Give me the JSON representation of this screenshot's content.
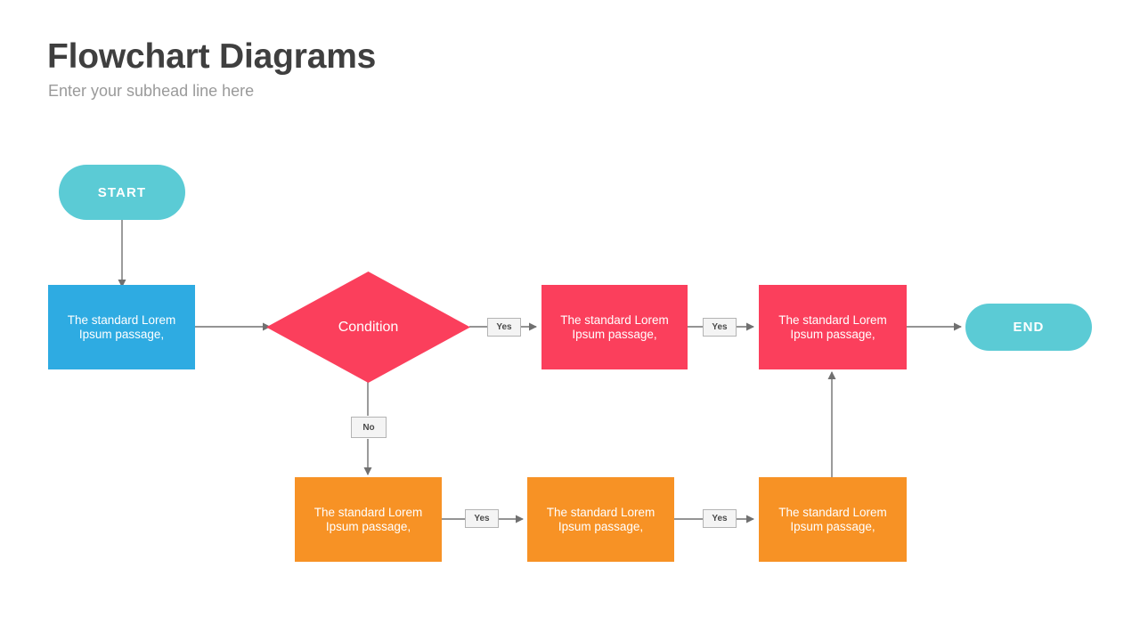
{
  "header": {
    "title": "Flowchart Diagrams",
    "subtitle": "Enter your subhead line here"
  },
  "colors": {
    "teal": "#5bcbd5",
    "blue": "#2eabe2",
    "pink": "#fb3f5c",
    "orange": "#f79225",
    "connector": "#707070",
    "label_bg": "#f4f4f4",
    "label_border": "#b4b4b4",
    "title": "#3f3f3f",
    "subtitle": "#9a9a9a",
    "background": "#ffffff"
  },
  "chart_data": {
    "type": "diagram",
    "title": "Flowchart Diagrams",
    "subtitle": "Enter your subhead line here",
    "nodes": [
      {
        "id": "start",
        "label": "START",
        "shape": "terminator",
        "color": "#5bcbd5"
      },
      {
        "id": "p1",
        "label": "The standard Lorem Ipsum passage,",
        "shape": "process",
        "color": "#2eabe2"
      },
      {
        "id": "cond",
        "label": "Condition",
        "shape": "decision",
        "color": "#fb3f5c"
      },
      {
        "id": "p2",
        "label": "The standard Lorem Ipsum passage,",
        "shape": "process",
        "color": "#fb3f5c"
      },
      {
        "id": "p3",
        "label": "The standard Lorem Ipsum passage,",
        "shape": "process",
        "color": "#fb3f5c"
      },
      {
        "id": "end",
        "label": "END",
        "shape": "terminator",
        "color": "#5bcbd5"
      },
      {
        "id": "p4",
        "label": "The standard Lorem Ipsum passage,",
        "shape": "process",
        "color": "#f79225"
      },
      {
        "id": "p5",
        "label": "The standard Lorem Ipsum passage,",
        "shape": "process",
        "color": "#f79225"
      },
      {
        "id": "p6",
        "label": "The standard Lorem Ipsum passage,",
        "shape": "process",
        "color": "#f79225"
      }
    ],
    "edges": [
      {
        "from": "start",
        "to": "p1",
        "label": "",
        "direction": "down"
      },
      {
        "from": "p1",
        "to": "cond",
        "label": "",
        "direction": "right"
      },
      {
        "from": "cond",
        "to": "p2",
        "label": "Yes",
        "direction": "right"
      },
      {
        "from": "p2",
        "to": "p3",
        "label": "Yes",
        "direction": "right"
      },
      {
        "from": "p3",
        "to": "end",
        "label": "",
        "direction": "right"
      },
      {
        "from": "cond",
        "to": "p4",
        "label": "No",
        "direction": "down"
      },
      {
        "from": "p4",
        "to": "p5",
        "label": "Yes",
        "direction": "right"
      },
      {
        "from": "p5",
        "to": "p6",
        "label": "Yes",
        "direction": "right"
      },
      {
        "from": "p6",
        "to": "p3",
        "label": "",
        "direction": "up"
      }
    ]
  },
  "nodes": {
    "start": {
      "label": "START"
    },
    "process1": {
      "label": "The standard Lorem Ipsum passage,"
    },
    "condition": {
      "label": "Condition"
    },
    "process2": {
      "label": "The standard Lorem Ipsum passage,"
    },
    "process3": {
      "label": "The standard Lorem Ipsum passage,"
    },
    "end": {
      "label": "END"
    },
    "process4": {
      "label": "The standard Lorem Ipsum passage,"
    },
    "process5": {
      "label": "The standard Lorem Ipsum passage,"
    },
    "process6": {
      "label": "The standard Lorem Ipsum passage,"
    }
  },
  "edge_labels": {
    "yes_condition": "Yes",
    "no_condition": "No",
    "yes_top_1": "Yes",
    "yes_bottom_1": "Yes",
    "yes_bottom_2": "Yes"
  }
}
